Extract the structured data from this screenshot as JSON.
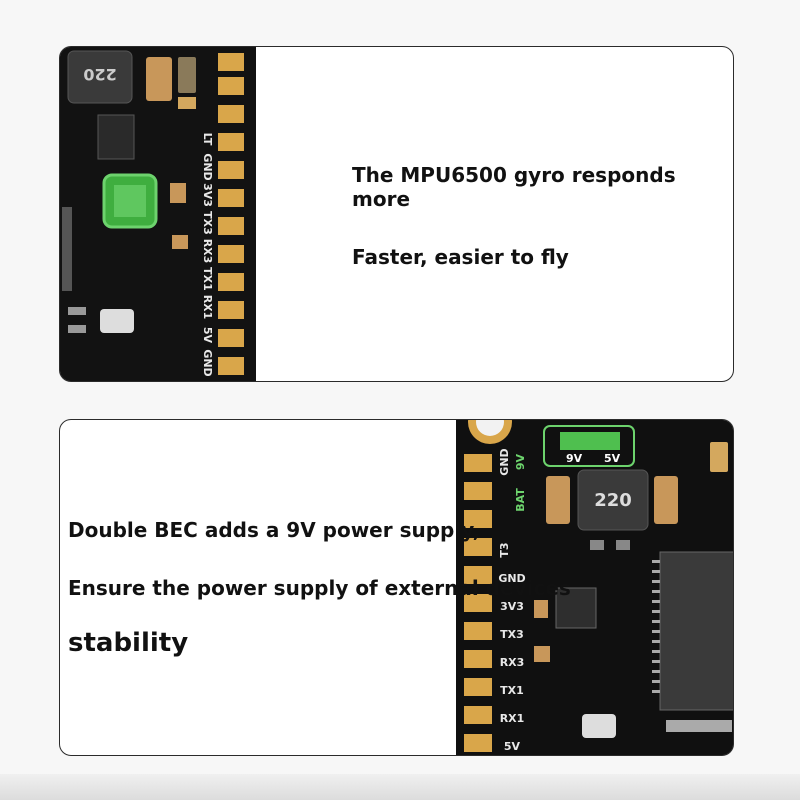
{
  "top_card": {
    "line1": "The MPU6500 gyro responds more",
    "line2": "Faster, easier to fly",
    "board_labels": [
      "LT",
      "GND",
      "3V3",
      "TX3",
      "RX3",
      "TX1",
      "RX1",
      "5V",
      "GND"
    ],
    "inductor_marking": "220"
  },
  "bottom_card": {
    "line1": "Double BEC adds a 9V power supply,",
    "line2": "Ensure the power supply of external devices",
    "line3": "stability",
    "board_labels": [
      "GND",
      "9V",
      "BAT",
      "T3",
      "GND",
      "3V3",
      "TX3",
      "RX3",
      "TX1",
      "RX1",
      "5V"
    ],
    "switch_labels": [
      "9V",
      "5V"
    ],
    "inductor_marking": "220"
  },
  "colors": {
    "board": "#111111",
    "pad": "#d9a64a",
    "gyro": "#3fae3f",
    "highlight": "#6dd36d"
  }
}
